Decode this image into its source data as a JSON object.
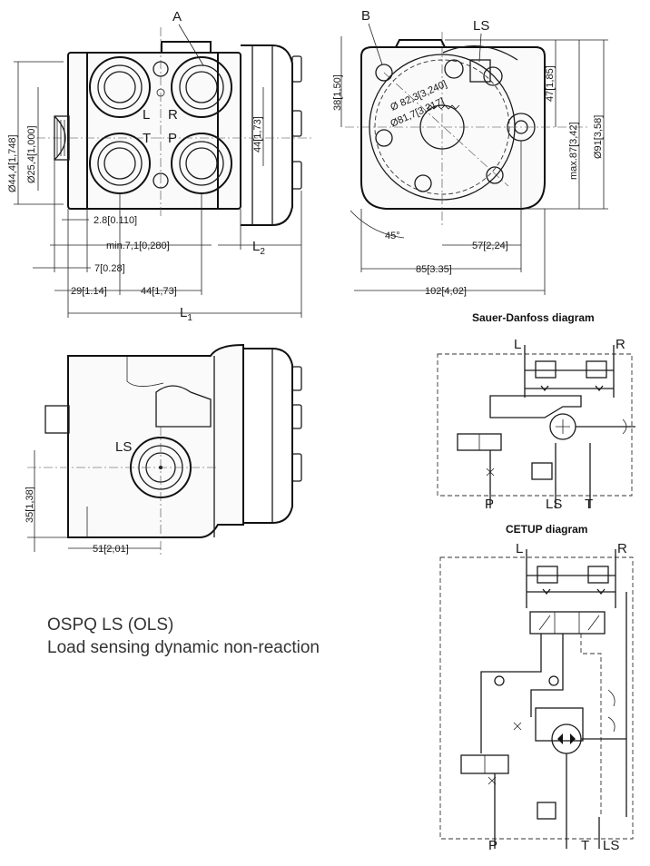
{
  "caption": {
    "line1": "OSPQ LS (OLS)",
    "line2": "Load sensing dynamic non-reaction"
  },
  "front_view": {
    "label_a": "A",
    "ports": {
      "l": "L",
      "r": "R",
      "t": "T",
      "p": "P"
    },
    "dims": {
      "d_outer": "Ø44,4[1,748]",
      "d_inner": "Ø25,4[1,000]",
      "h44": "44[1,73]",
      "d2_8": "2.8[0.110]",
      "min7": "min.7,1[0,280]",
      "l2": "L",
      "l2_sub": "2",
      "d7": "7[0.28]",
      "d29": "29[1.14]",
      "d44": "44[1,73]",
      "l1": "L",
      "l1_sub": "1"
    }
  },
  "end_view": {
    "label_b": "B",
    "label_ls": "LS",
    "dims": {
      "d38": "38[1,50]",
      "d823": "Ø 82,3[3,240]",
      "d817": "Ø81,7[3,217]",
      "d47": "47[1,85]",
      "max87": "max.87[3,42]",
      "d91": "Ø91[3,58]",
      "angle": "45°",
      "d57": "57[2,24]",
      "d85": "85[3.35]",
      "d102": "102[4,02]"
    }
  },
  "side_view": {
    "label_ls": "LS",
    "dims": {
      "d35": "35[1,38]",
      "d51": "51[2,01]"
    }
  },
  "sauer": {
    "title": "Sauer-Danfoss diagram",
    "l": "L",
    "r": "R",
    "p": "P",
    "ls": "LS",
    "t": "T"
  },
  "cetup": {
    "title": "CETUP diagram",
    "l": "L",
    "r": "R",
    "p": "P",
    "t": "T",
    "ls": "LS"
  }
}
